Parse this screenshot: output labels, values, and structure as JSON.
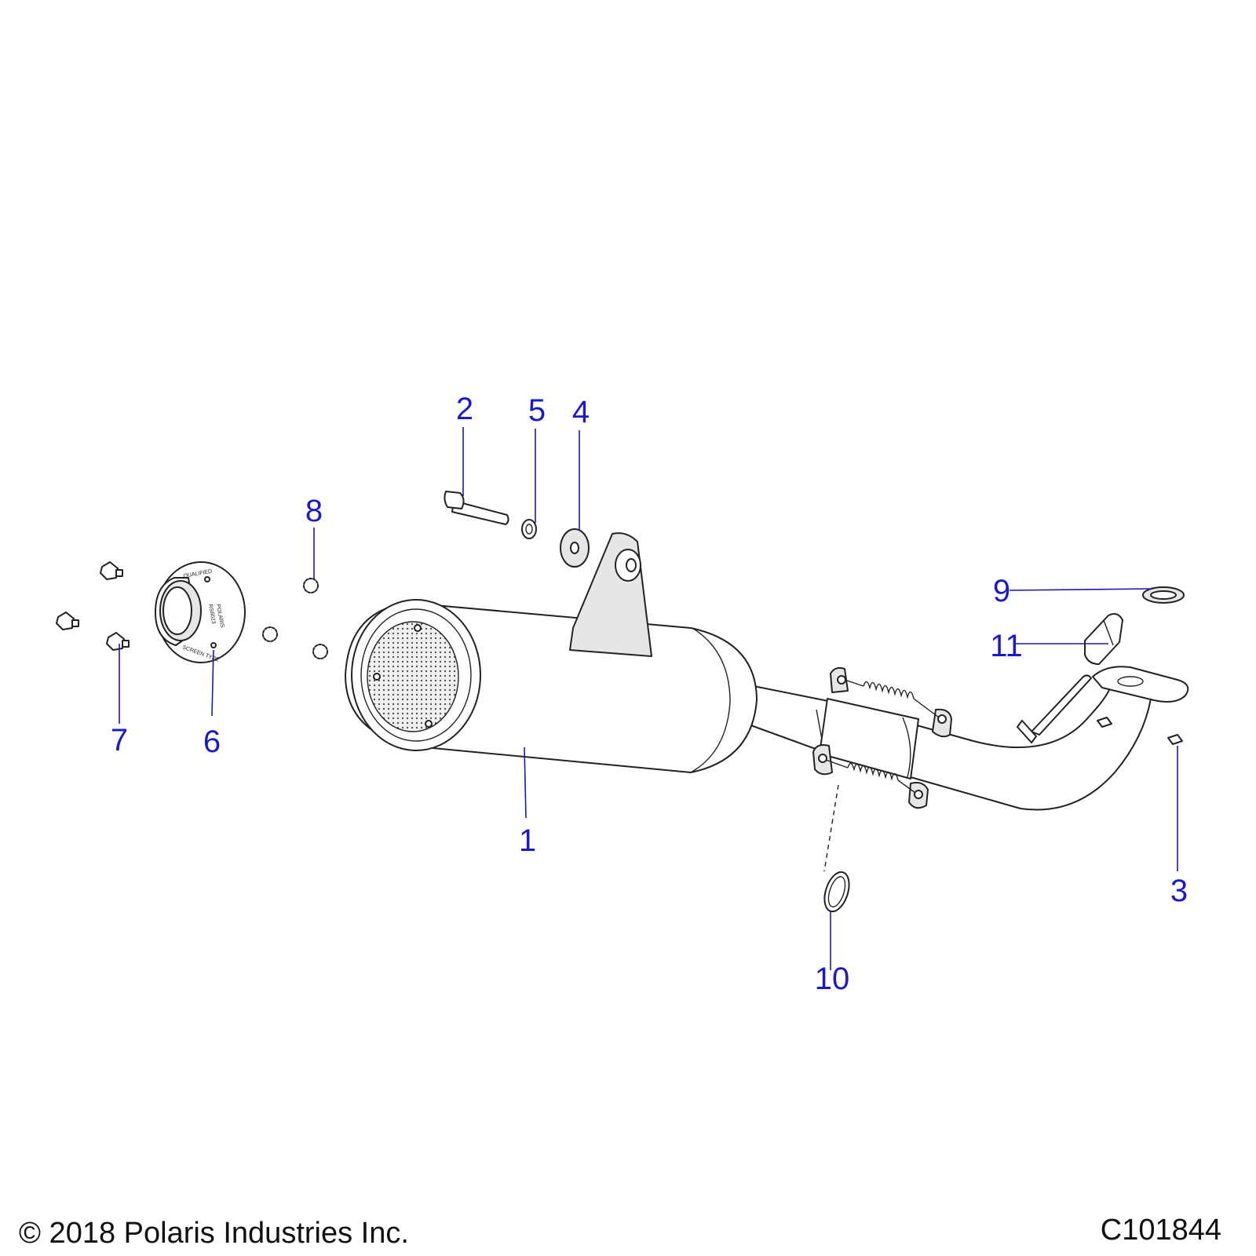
{
  "callouts": [
    {
      "id": "callout-1",
      "label": "1"
    },
    {
      "id": "callout-2",
      "label": "2"
    },
    {
      "id": "callout-3",
      "label": "3"
    },
    {
      "id": "callout-4",
      "label": "4"
    },
    {
      "id": "callout-5",
      "label": "5"
    },
    {
      "id": "callout-6",
      "label": "6"
    },
    {
      "id": "callout-7",
      "label": "7"
    },
    {
      "id": "callout-8",
      "label": "8"
    },
    {
      "id": "callout-9",
      "label": "9"
    },
    {
      "id": "callout-10",
      "label": "10"
    },
    {
      "id": "callout-11",
      "label": "11"
    }
  ],
  "spark_arrestor_markings": [
    "POLARIS",
    "RS6023",
    "SCREEN TYPE",
    "QUALIFIED"
  ],
  "footer": {
    "copyright": "© 2018 Polaris Industries Inc.",
    "figure_id": "C101844"
  },
  "colors": {
    "callout_text": "#1a1acc",
    "leader_line": "#1a1aa8",
    "part_outline": "#222222",
    "part_fill": "#ffffff"
  }
}
